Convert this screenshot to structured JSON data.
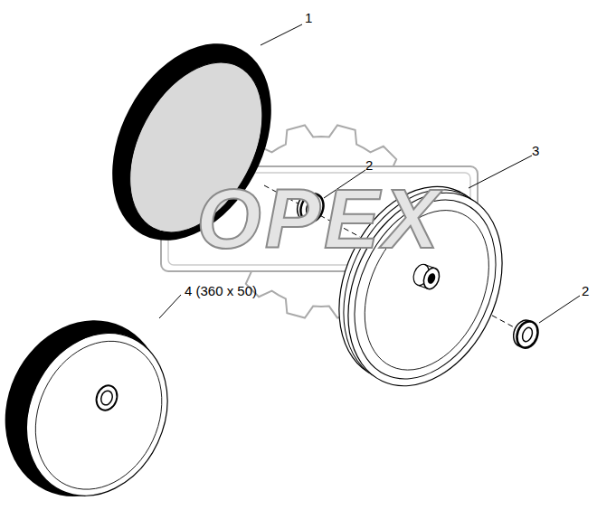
{
  "diagram": {
    "labels": [
      "1",
      "2",
      "3",
      "2",
      "4 (360 x 50)",
      "OPEX"
    ]
  }
}
